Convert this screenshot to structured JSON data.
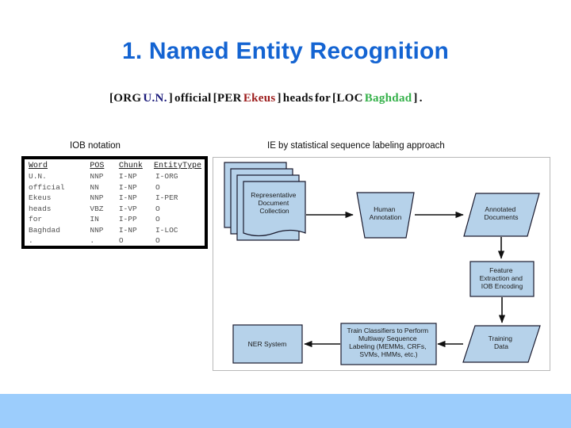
{
  "slide": {
    "title": "1. Named Entity Recognition",
    "footer_color": "#9ccdfc",
    "title_color": "#1464d2"
  },
  "sentence": {
    "tokens": [
      {
        "text": "[ORG",
        "style": "plain"
      },
      {
        "text": "U.N.",
        "style": "org"
      },
      {
        "text": "]",
        "style": "plain"
      },
      {
        "text": "official",
        "style": "plain"
      },
      {
        "text": "[PER",
        "style": "plain"
      },
      {
        "text": "Ekeus",
        "style": "per"
      },
      {
        "text": "]",
        "style": "plain"
      },
      {
        "text": "heads",
        "style": "plain"
      },
      {
        "text": "for",
        "style": "plain"
      },
      {
        "text": "[LOC",
        "style": "plain"
      },
      {
        "text": "Baghdad",
        "style": "loc"
      },
      {
        "text": "]",
        "style": "plain"
      },
      {
        "text": ".",
        "style": "plain"
      }
    ],
    "colors": {
      "org": "#1a1a7a",
      "per": "#9c1c1c",
      "loc": "#35b14a"
    }
  },
  "captions": {
    "left": "IOB notation",
    "right": "IE by statistical sequence labeling approach"
  },
  "iob_table": {
    "headers": [
      "Word",
      "POS",
      "Chunk",
      "EntityType"
    ],
    "rows": [
      [
        "U.N.",
        "NNP",
        "I-NP",
        "I-ORG"
      ],
      [
        "official",
        "NN",
        "I-NP",
        "O"
      ],
      [
        "Ekeus",
        "NNP",
        "I-NP",
        "I-PER"
      ],
      [
        "heads",
        "VBZ",
        "I-VP",
        "O"
      ],
      [
        "for",
        "IN",
        "I-PP",
        "O"
      ],
      [
        "Baghdad",
        "NNP",
        "I-NP",
        "I-LOC"
      ],
      [
        ".",
        ".",
        "O",
        "O"
      ]
    ]
  },
  "flow_diagram": {
    "fill_color": "#b6d2ea",
    "stroke_color": "#1a1a2e",
    "nodes": {
      "doc_collection": "Representative\nDocument\nCollection",
      "doc_collection_lines": [
        "Representative",
        "Document",
        "Collection"
      ],
      "human_annotation_lines": [
        "Human",
        "Annotation"
      ],
      "annotated_documents_lines": [
        "Annotated",
        "Documents"
      ],
      "feature_extraction_lines": [
        "Feature",
        "Extraction and",
        "IOB Encoding"
      ],
      "training_data_lines": [
        "Training",
        "Data"
      ],
      "train_classifiers_lines": [
        "Train Classifiers to Perform",
        "Multiway Sequence",
        "Labeling (MEMMs, CRFs,",
        "SVMs, HMMs, etc.)"
      ],
      "ner_system_lines": [
        "NER System"
      ]
    }
  }
}
